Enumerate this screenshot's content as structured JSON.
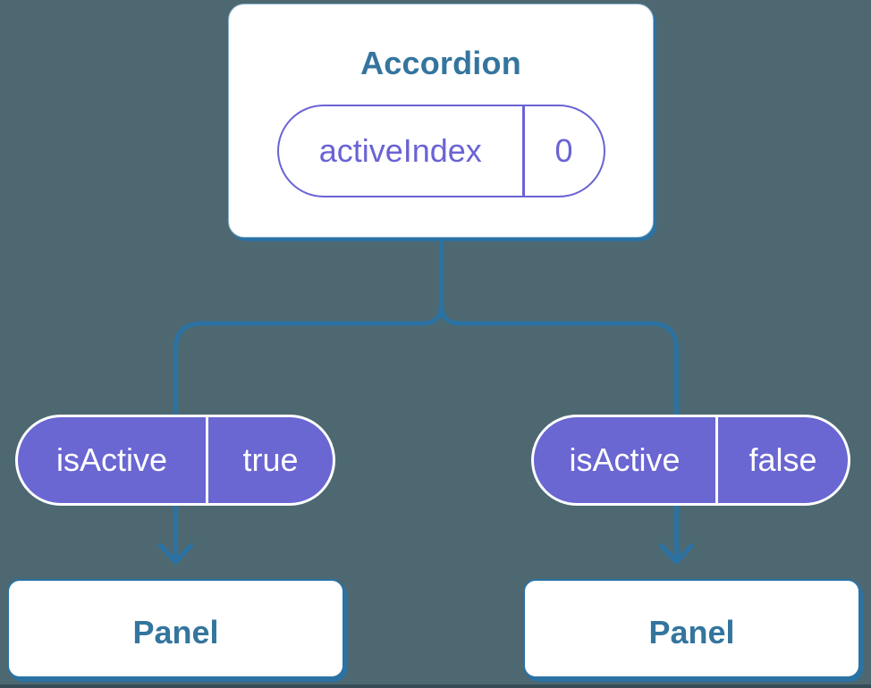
{
  "colors": {
    "background": "#4D6871",
    "line_blue": "#2B72A4",
    "text_blue": "#34759E",
    "purple_fill": "#6A66D2",
    "purple_outline": "#6A63D4",
    "card_white": "#FFFFFF"
  },
  "accordion_card": {
    "title": "Accordion",
    "state_pill": {
      "label": "activeIndex",
      "value": "0"
    }
  },
  "prop_pills": [
    {
      "label": "isActive",
      "value": "true"
    },
    {
      "label": "isActive",
      "value": "false"
    }
  ],
  "panels": [
    {
      "title": "Panel"
    },
    {
      "title": "Panel"
    }
  ]
}
